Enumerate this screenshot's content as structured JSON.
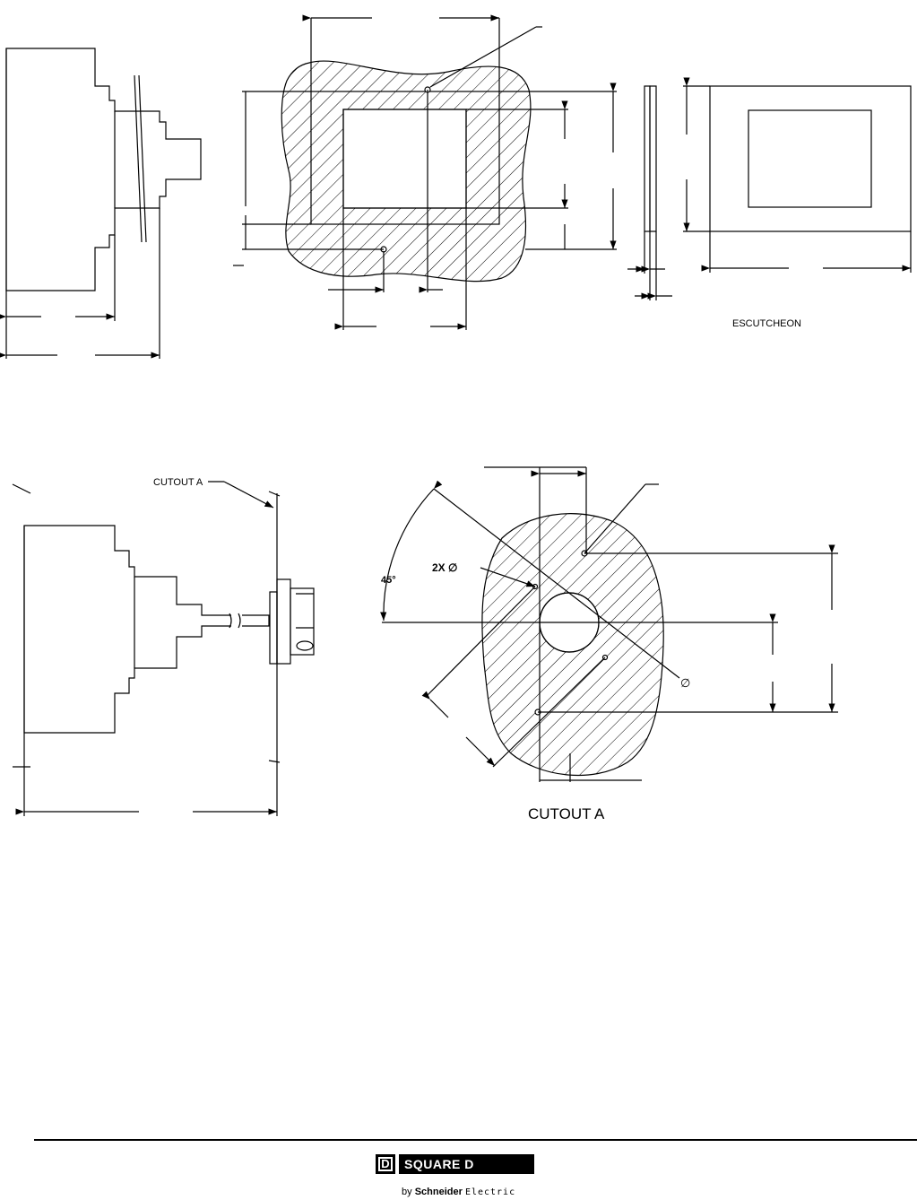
{
  "labels": {
    "escutcheon": "ESCUTCHEON",
    "cutout_a_callout": "CUTOUT A",
    "cutout_a_title": "CUTOUT A",
    "two_x_dia": "2X ∅",
    "angle": "45°",
    "diameter": "∅"
  },
  "brand": {
    "logo_letter": "D",
    "name": "SQUARE D",
    "by": "by",
    "company": "Schneider",
    "company_suffix": "Electric"
  }
}
